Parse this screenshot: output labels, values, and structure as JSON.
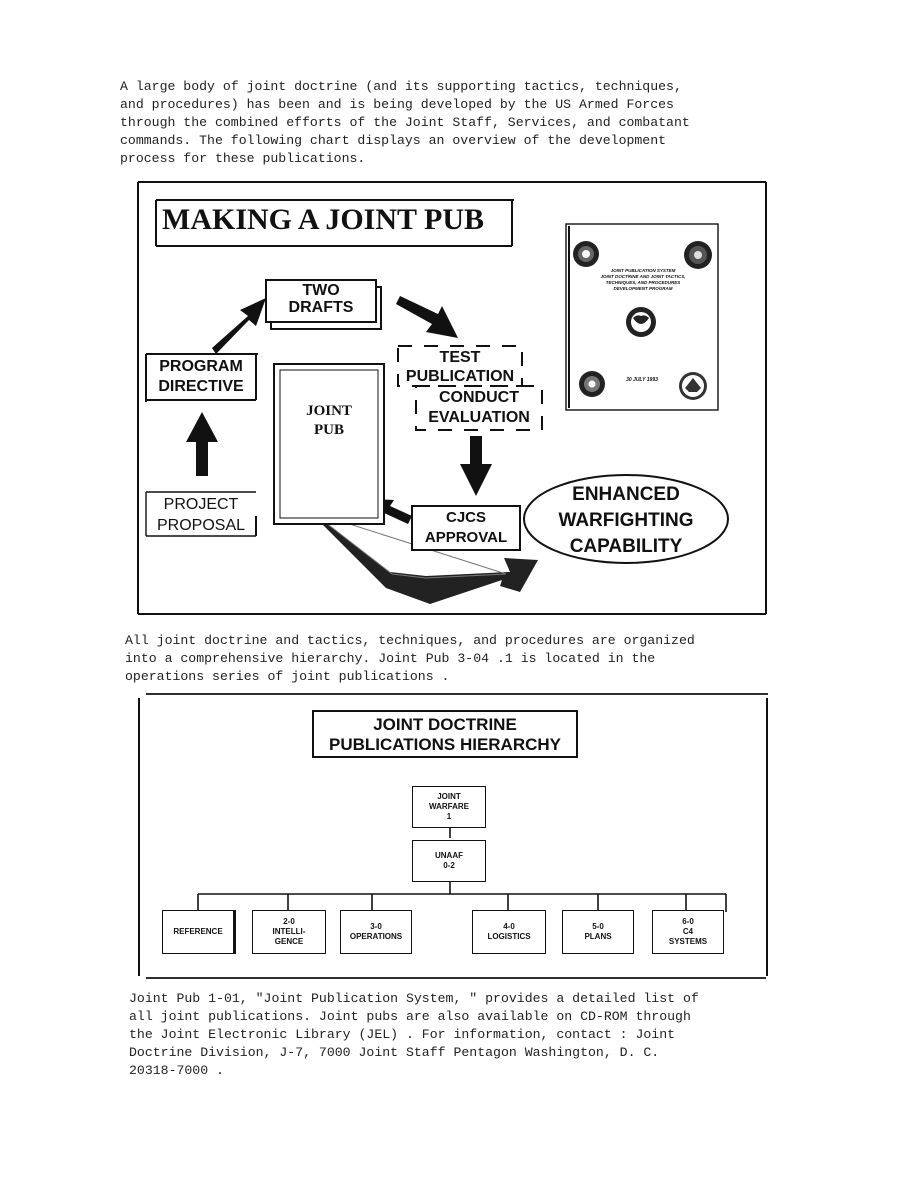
{
  "intro_paragraph": {
    "lines": [
      "A large body of joint doctrine (and its supporting tactics, techniques,",
      "and procedures) has been and is being developed by the US Armed Forces",
      "through the combined efforts of the Joint Staff, Services, and combatant",
      "commands.  The following chart displays an overview of the development",
      "process for these publications."
    ]
  },
  "making_chart": {
    "title": "MAKING A JOINT PUB",
    "two_drafts": [
      "TWO",
      "DRAFTS"
    ],
    "program_directive": [
      "PROGRAM",
      "DIRECTIVE"
    ],
    "joint_pub": [
      "JOINT",
      "PUB"
    ],
    "test_publication": [
      "TEST",
      "PUBLICATION"
    ],
    "conduct_evaluation": [
      "CONDUCT",
      "EVALUATION"
    ],
    "project_proposal": [
      "PROJECT",
      "PROPOSAL"
    ],
    "cjcs_approval": [
      "CJCS",
      "APPROVAL"
    ],
    "enhanced": [
      "ENHANCED",
      "WARFIGHTING",
      "CAPABILITY"
    ],
    "cover": {
      "lines": [
        "JOINT PUBLICATION SYSTEM",
        "JOINT DOCTRINE AND JOINT TACTICS,",
        "TECHNIQUES, AND PROCEDURES",
        "DEVELOPMENT PROGRAM"
      ],
      "date": "30 JULY 1993"
    }
  },
  "middle_paragraph": {
    "lines": [
      "All joint doctrine and tactics, techniques, and procedures are organized",
      "into a comprehensive hierarchy.   Joint Pub 3-04 .1 is located in the",
      "operations series of joint publications ."
    ]
  },
  "hierarchy_chart": {
    "title": [
      "JOINT DOCTRINE",
      "PUBLICATIONS HIERARCHY"
    ],
    "top": [
      "JOINT",
      "WARFARE",
      "1"
    ],
    "second": [
      "UNAAF",
      "0-2"
    ],
    "bottom": [
      [
        "REFERENCE"
      ],
      [
        "2-0",
        "INTELLI-",
        "GENCE"
      ],
      [
        "3-0",
        "OPERATIONS"
      ],
      [
        "4-0",
        "LOGISTICS"
      ],
      [
        "5-0",
        "PLANS"
      ],
      [
        "6-0",
        "C4",
        "SYSTEMS"
      ]
    ]
  },
  "closing_paragraph": {
    "lines": [
      "Joint Pub 1-01, \"Joint Publication System, \" provides a detailed list of",
      "all joint publications.  Joint pubs are also available on CD-ROM through",
      "the Joint Electronic Library (JEL) .  For information, contact : Joint",
      "Doctrine Division, J-7, 7000 Joint Staff Pentagon Washington, D. C.",
      "20318-7000 ."
    ]
  }
}
